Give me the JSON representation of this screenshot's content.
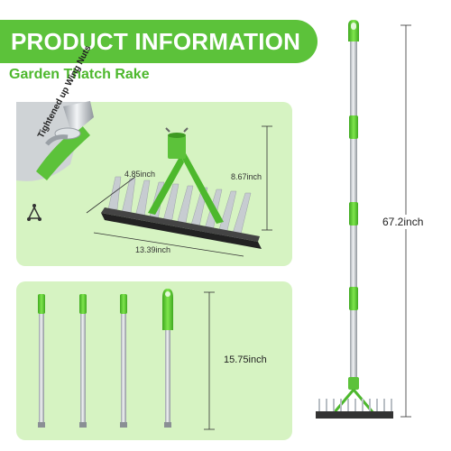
{
  "banner": {
    "title": "PRODUCT INFORMATION"
  },
  "subtitle": "Garden Thatch Rake",
  "callout": {
    "label": "Tightened up Wing Nuts"
  },
  "dimensions": {
    "head_depth": "4.85inch",
    "head_height": "8.67inch",
    "head_width": "13.39inch",
    "pole_segment": "15.75inch",
    "total_length": "67.2inch"
  },
  "colors": {
    "brand_green": "#5cc23a",
    "panel_green": "#d6f3c2",
    "handle_green": "#6edc3c",
    "pole_silver": "#c8ccd0"
  },
  "icons": [
    "wing-nut-icon",
    "green-rake-icon"
  ]
}
